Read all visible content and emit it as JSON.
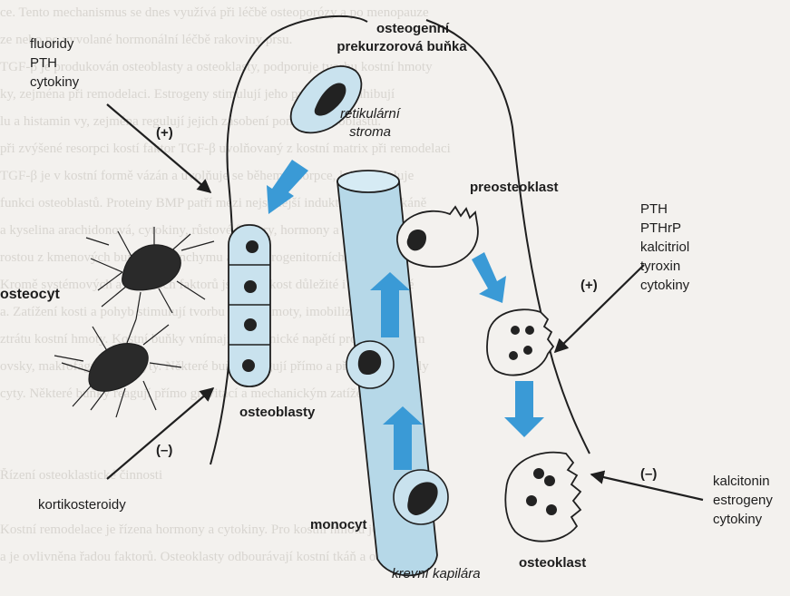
{
  "background_text": [
    "ce. Tento mechanismus se dnes využívá při léčbě osteoporózy a po menopauze",
    "ze nebo po vyvolané hormonální léčbě rakoviny prsu.",
    "TGF-β je produkován osteoblasty a osteoklasty, podporuje tvorbu kostní hmoty",
    "ky, zejména při remodelaci. Estrogeny stimulují jeho produkci a inhibují",
    "lu a histamin vy, zejména regulují jejich zásobení pomocí osteoblastů.",
    "při zvýšené resorpci kostí faktor TGF-β uvolňovaný z kostní matrix při remodelaci",
    "TGF-β je v kostní formě vázán a uvolňuje se během resorpce, kdy stimuluje",
    "funkci osteoblastů. Proteiny BMP patří mezi nejsilnější induktory kostní tkáně",
    "a kyselina arachidonová, cytokiny, růstové faktory, hormony a další",
    "rostou z kmenových buněk mezenchymu a osteoprogenitorních buněk",
    "Kromě systémových a lokálních faktorů jsou pro kost důležité i mechanické",
    "a. Zatížení kosti a pohyb stimulují tvorbu kostní hmoty, imobilizace naopak",
    "ztrátu kostní hmoty. Kostní buňky vnímají mechanické napětí prostřednictvím",
    "ovsky, makrofágy, lymfocyty. Některé buňky reagují přímo a předávají signály",
    "cyty. Některé buňky reagují přímo gravitací a mechanickým zatížením.",
    "",
    "",
    "Řízení osteoklastické činnosti",
    "",
    "Kostní remodelace je řízena hormony a cytokiny. Pro kostní hmotu je podstatná",
    "a je ovlivněna řadou faktorů. Osteoklasty odbourávají kostní tkáň a osteoblasty"
  ],
  "labels": {
    "precursor_line1": "osteogenní",
    "precursor_line2": "prekurzorová buňka",
    "reticular_line1": "retikulární",
    "reticular_line2": "stroma",
    "preosteoclast": "preosteoklast",
    "osteocyte": "osteocyt",
    "osteoblasts": "osteoblasty",
    "monocyte": "monocyt",
    "blood_capillary": "krevní kapilára",
    "osteoclast": "osteoklast"
  },
  "stimulators_left": [
    "fluoridy",
    "PTH",
    "cytokiny"
  ],
  "inhibitor_left": "kortikosteroidy",
  "stimulators_right": [
    "PTH",
    "PTHrP",
    "kalcitriol",
    "tyroxin",
    "cytokiny"
  ],
  "inhibitors_right": [
    "kalcitonin",
    "estrogeny",
    "cytokiny"
  ],
  "signs": {
    "plus_left": "(+)",
    "minus_left": "(–)",
    "plus_right": "(+)",
    "minus_right": "(–)"
  },
  "colors": {
    "cell_fill": "#c9e2ee",
    "capillary_fill": "#b6d8e8",
    "blue_arrow": "#3a9ad6",
    "nucleus": "#222222",
    "outline": "#1f1f1f"
  }
}
